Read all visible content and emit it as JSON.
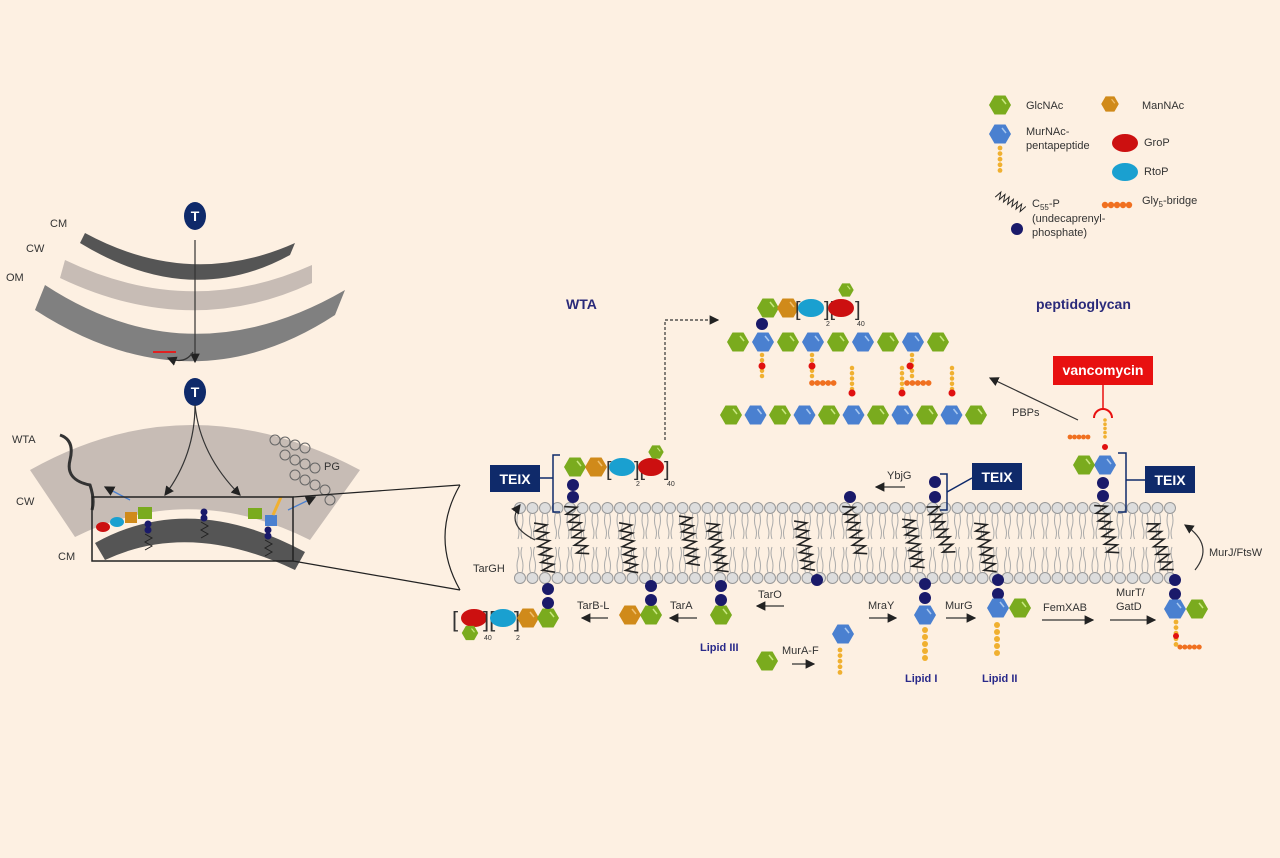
{
  "colors": {
    "background": "#fdf0e2",
    "glcnac": "#7aab1e",
    "mannac": "#d08a1a",
    "murnac": "#4a80d0",
    "grop": "#cc1010",
    "rtop": "#1aa0d0",
    "phosphate": "#1a1a6a",
    "peptide": "#f0b030",
    "gly": "#f07020",
    "teix_box": "#0f2a6a",
    "vancomycin_box": "#e81010"
  },
  "overview": {
    "outer_labels": {
      "cm": "CM",
      "cw": "CW",
      "om": "OM"
    },
    "inner_labels": {
      "wta": "WTA",
      "cw": "CW",
      "cm": "CM",
      "pg": "PG"
    },
    "t_symbol": "T"
  },
  "legend": [
    {
      "icon": "glcnac-hexagon-icon",
      "label": "GlcNAc"
    },
    {
      "icon": "mannac-hexagon-icon",
      "label": "ManNAc"
    },
    {
      "icon": "murnac-pentapeptide-icon",
      "label_line1": "MurNAc-",
      "label_line2": "pentapeptide"
    },
    {
      "icon": "grop-ellipse-icon",
      "label": "GroP"
    },
    {
      "icon": "rtop-ellipse-icon",
      "label": "RtoP"
    },
    {
      "icon": "c55p-spring-icon",
      "label_main": "C",
      "label_sub": "55",
      "label_tail": "-P",
      "label_line2": "(undecaprenyl-",
      "label_line3": "phosphate)"
    },
    {
      "icon": "gly5-bridge-icon",
      "label_main": "Gly",
      "label_sub": "5",
      "label_tail": "-bridge"
    }
  ],
  "headings": {
    "wta": "WTA",
    "peptidoglycan": "peptidoglycan"
  },
  "boxes": {
    "teix": "TEIX",
    "vancomycin": "vancomycin"
  },
  "enzymes": {
    "targh": "TarGH",
    "tarbl": "TarB-L",
    "tara": "TarA",
    "taro": "TarO",
    "ybjg": "YbjG",
    "mraa": "MraY",
    "murg": "MurG",
    "femxab": "FemXAB",
    "murt_line1": "MurT/",
    "murt_line2": "GatD",
    "murjftsw": "MurJ/FtsW",
    "murAF": "MurA-F",
    "pbps": "PBPs"
  },
  "lipids": {
    "lipid3": "Lipid III",
    "lipid1": "Lipid I",
    "lipid2": "Lipid II"
  },
  "repeat_counts": {
    "n2": "2",
    "n40": "40"
  }
}
